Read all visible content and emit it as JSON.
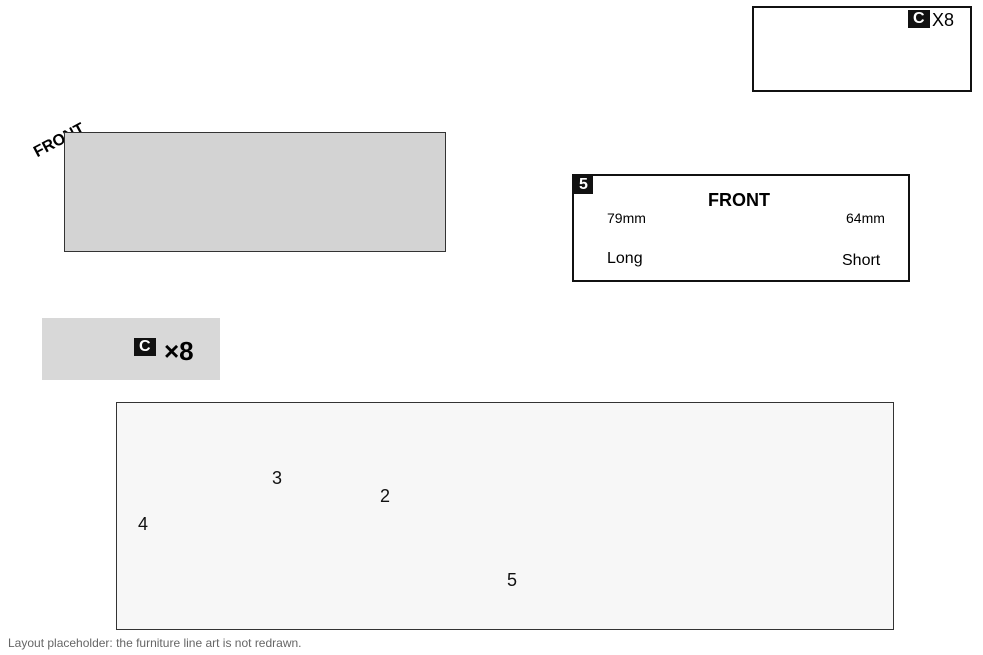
{
  "hardware": {
    "tag": "C",
    "count": "X8",
    "lower_count": "×8"
  },
  "detail": {
    "step": "5",
    "front": "FRONT",
    "left_mm": "79mm",
    "right_mm": "64mm",
    "left": "Long",
    "right": "Short"
  },
  "panel_labels": {
    "top": "3",
    "side": "2",
    "door": "4",
    "base": "5"
  },
  "front_label": "FRONT"
}
